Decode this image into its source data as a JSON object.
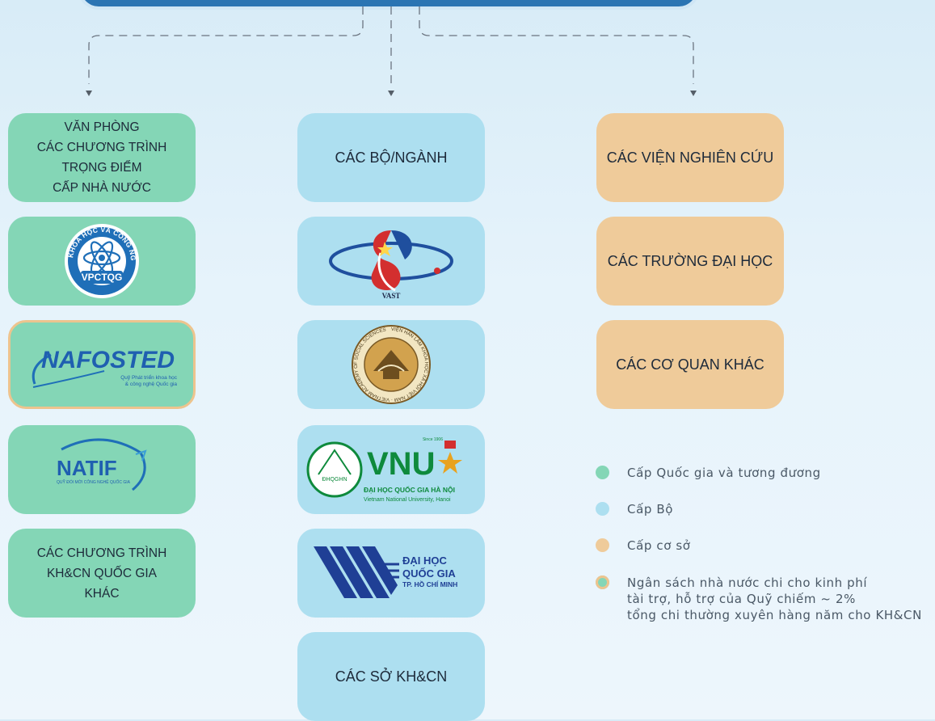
{
  "column_left": {
    "box1": "VĂN PHÒNG\nCÁC CHƯƠNG TRÌNH\nTRỌNG ĐIỂM\nCẤP NHÀ NƯỚC",
    "logo_vpctqg": {
      "ring_text": "BỘ KHOA HỌC VÀ CÔNG NGHỆ",
      "label": "VPCTQG"
    },
    "logo_nafosted": {
      "name": "NAFOSTED",
      "tagline_1": "Quỹ Phát triển khoa học",
      "tagline_2": "& công nghệ Quốc gia"
    },
    "logo_natif": {
      "name": "NATIF",
      "tagline": "QUỸ ĐỔI MỚI CÔNG NGHỆ QUỐC GIA"
    },
    "box5": "CÁC CHƯƠNG TRÌNH\nKH&CN QUỐC GIA\nKHÁC"
  },
  "column_middle": {
    "box1": "CÁC BỘ/NGÀNH",
    "logo_vast": {
      "label": "VAST"
    },
    "logo_vass": {
      "ring_text": "VIỆN HÀN LÂM KHOA HỌC XÃ HỘI VIỆT NAM · VIETNAM ACADEMY OF SOCIAL SCIENCES"
    },
    "logo_vnu": {
      "seal": "ĐHQGHN",
      "name": "VNU",
      "since": "Since 1906",
      "line1": "ĐẠI HỌC QUỐC GIA HÀ NỘI",
      "line2": "Vietnam National University, Hanoi"
    },
    "logo_hcm": {
      "line1": "ĐẠI HỌC",
      "line2": "QUỐC GIA",
      "line3": "TP. HỒ CHÍ MINH"
    },
    "box6": "CÁC SỞ KH&CN"
  },
  "column_right": {
    "box1": "CÁC VIỆN NGHIÊN CỨU",
    "box2": "CÁC TRƯỜNG ĐẠI HỌC",
    "box3": "CÁC CƠ QUAN KHÁC"
  },
  "legend": {
    "items": [
      {
        "label": "Cấp Quốc gia và tương đương",
        "color": "#84d6b6"
      },
      {
        "label": "Cấp Bộ",
        "color": "#addff0"
      },
      {
        "label": "Cấp cơ sở",
        "color": "#efcb9a"
      },
      {
        "label": "Ngân sách nhà nước chi cho kinh phí\ntài trợ, hỗ trợ của Quỹ chiếm ~ 2%\ntổng chi thường xuyên hàng năm cho KH&CN",
        "color": "#84d6b6",
        "ring": "#edc48e"
      }
    ]
  },
  "colors": {
    "header": "#2a74b3",
    "green": "#84d6b6",
    "blue": "#addff0",
    "orange": "#efcb9a"
  }
}
